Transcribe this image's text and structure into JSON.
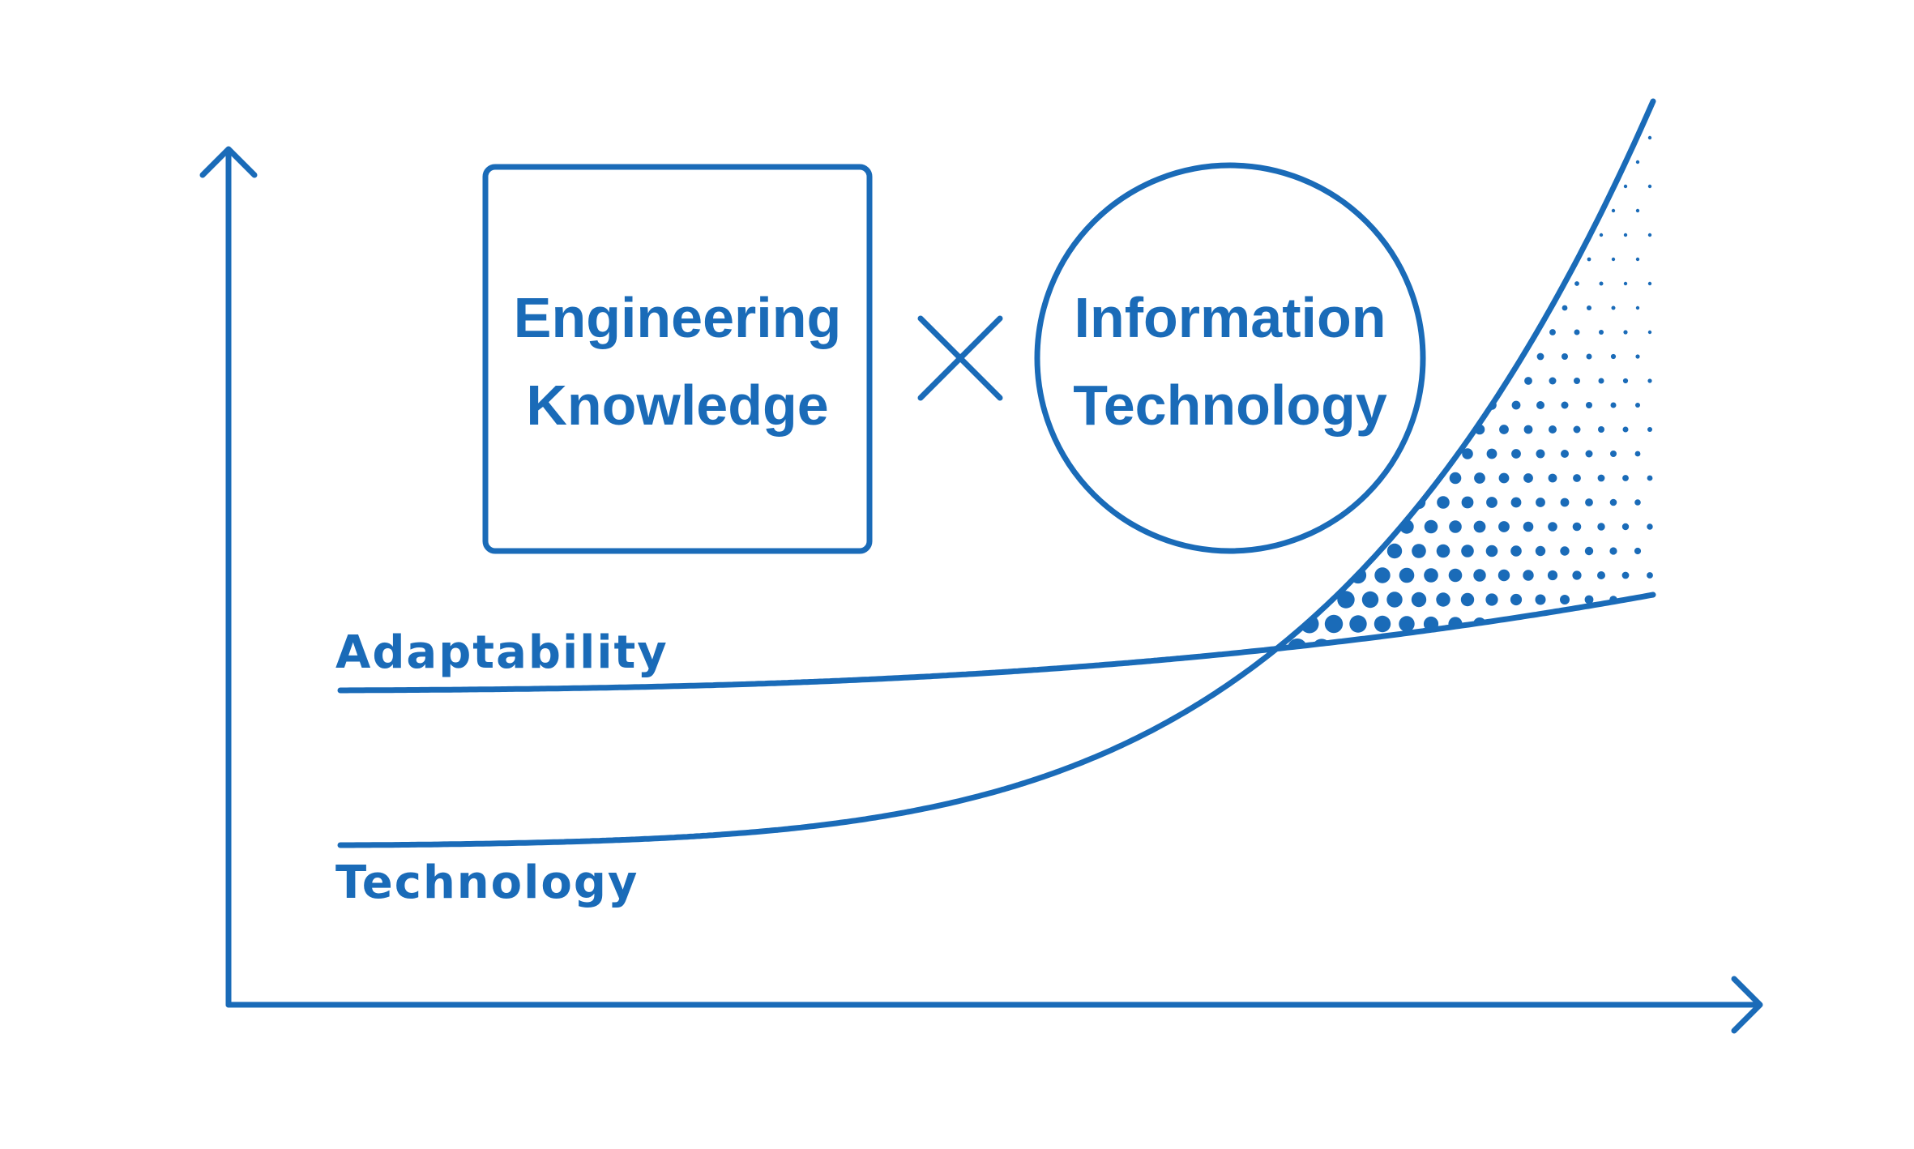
{
  "colors": {
    "primary": "#1a6bb8",
    "background": "#ffffff"
  },
  "box": {
    "line1": "Engineering",
    "line2": "Knowledge"
  },
  "operator": {
    "icon": "multiply-icon"
  },
  "circle": {
    "line1": "Information",
    "line2": "Technology"
  },
  "labels": {
    "adaptability": "Adaptability",
    "technology": "Technology"
  }
}
